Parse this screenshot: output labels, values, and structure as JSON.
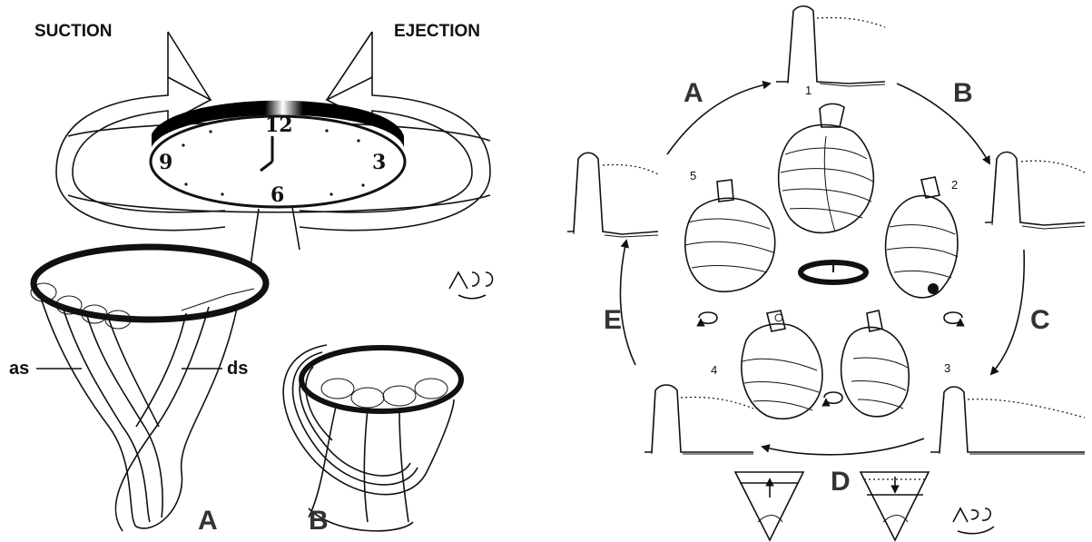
{
  "left_panel": {
    "suction_label": "SUCTION",
    "ejection_label": "EJECTION",
    "clock_numbers": {
      "n12": "12",
      "n3": "3",
      "n6": "6",
      "n9": "9"
    },
    "as_label": "as",
    "ds_label": "ds",
    "panel_a_label": "A",
    "panel_b_label": "B"
  },
  "right_panel": {
    "arrow_labels": {
      "a": "A",
      "b": "B",
      "c": "C",
      "d": "D",
      "e": "E"
    },
    "stage_numbers": {
      "s1": "1",
      "s2": "2",
      "s3": "3",
      "s4": "4",
      "s5": "5"
    }
  }
}
